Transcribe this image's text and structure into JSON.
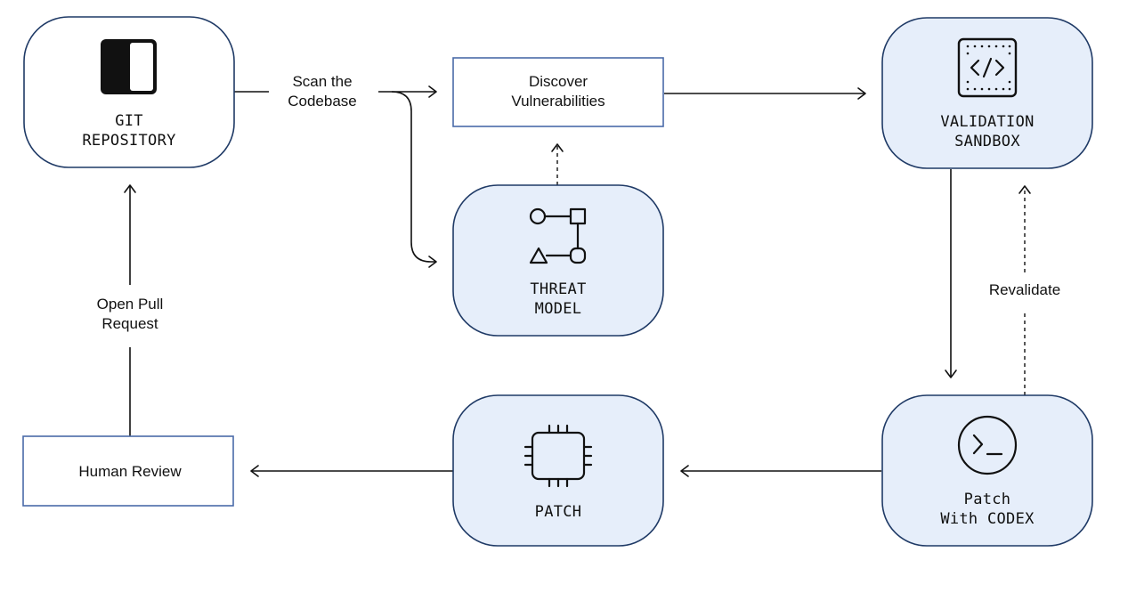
{
  "colors": {
    "node_fill_light": "#e6eefa",
    "node_fill_white": "#ffffff",
    "node_border": "#1f3a66",
    "rect_border": "#4a6aa8",
    "line": "#111111"
  },
  "nodes": {
    "git_repository": {
      "line1": "GIT",
      "line2": "REPOSITORY",
      "icon": "repository-icon"
    },
    "discover_vulnerabilities": {
      "line1": "Discover",
      "line2": "Vulnerabilities"
    },
    "validation_sandbox": {
      "line1": "VALIDATION",
      "line2": "SANDBOX",
      "icon": "code-sandbox-icon"
    },
    "threat_model": {
      "line1": "THREAT",
      "line2": "MODEL",
      "icon": "flow-shapes-icon"
    },
    "human_review": {
      "label": "Human Review"
    },
    "patch": {
      "label": "PATCH",
      "icon": "chip-icon"
    },
    "patch_with_codex": {
      "line1": "Patch",
      "line2": "With CODEX",
      "icon": "terminal-icon"
    }
  },
  "edges": {
    "scan_codebase": {
      "line1": "Scan the",
      "line2": "Codebase"
    },
    "open_pull_request": {
      "line1": "Open Pull",
      "line2": "Request"
    },
    "revalidate": {
      "label": "Revalidate"
    }
  }
}
